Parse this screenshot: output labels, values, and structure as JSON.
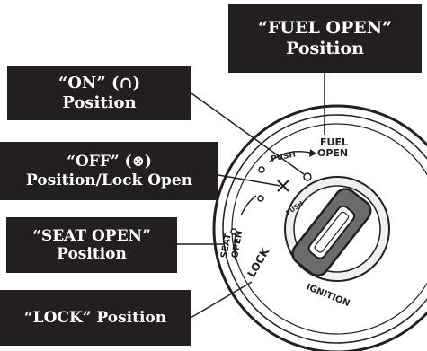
{
  "labels": {
    "fuel_open": {
      "line1": "“FUEL OPEN”",
      "line2": "Position"
    },
    "on": {
      "line1": "“ON” (∩)",
      "line2": "Position"
    },
    "off": {
      "line1": "“OFF” (⊗)",
      "line2": "Position/Lock Open"
    },
    "seat_open": {
      "line1": "“SEAT OPEN”",
      "line2": "Position"
    },
    "lock": {
      "line1": "“LOCK” Position"
    }
  },
  "dial": {
    "fuel_open": [
      "FUEL",
      "OPEN"
    ],
    "push_top": "PUSH",
    "push_key": "PUSH",
    "seat_open": [
      "SEAT",
      "OPEN"
    ],
    "lock": "LOCK",
    "ignition": "IGNITION"
  }
}
